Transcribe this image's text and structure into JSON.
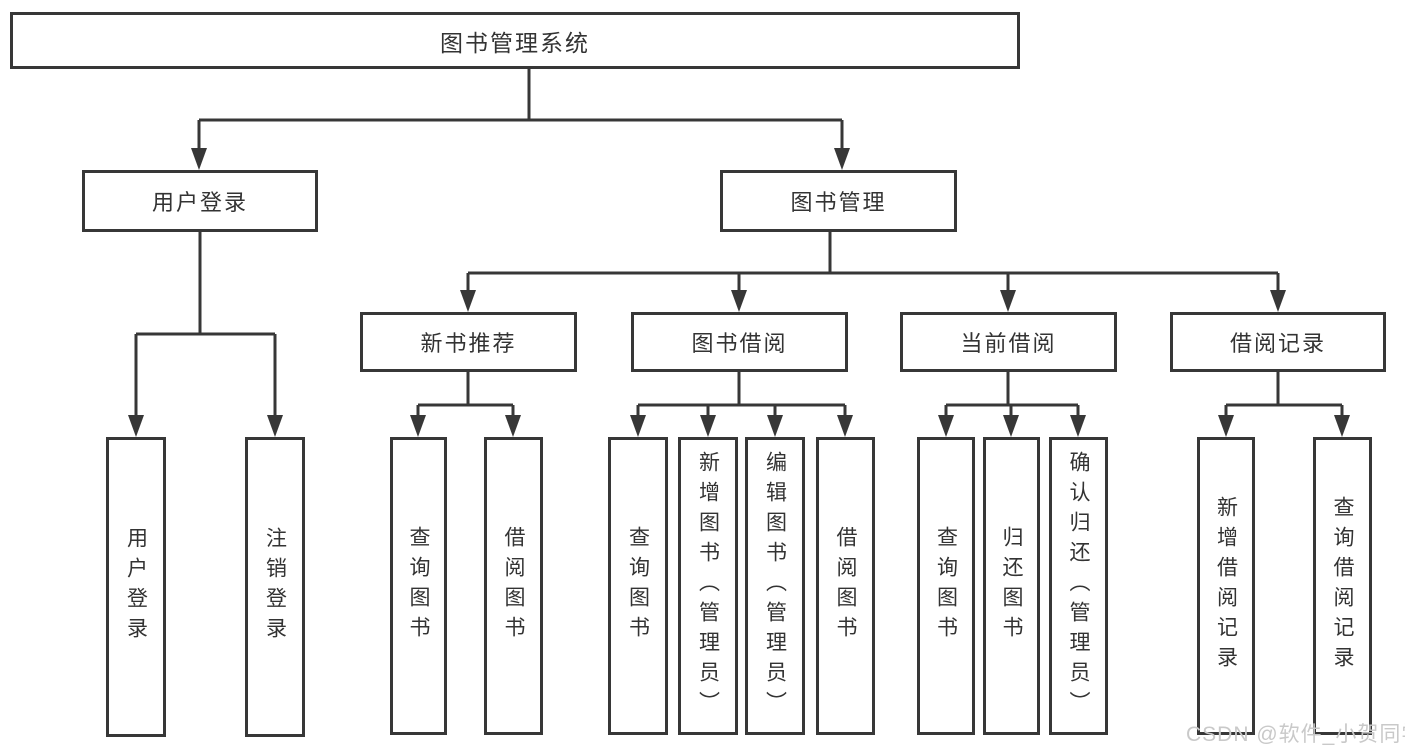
{
  "diagram": {
    "root": {
      "label": "图书管理系统"
    },
    "level2": {
      "user_login": {
        "label": "用户登录"
      },
      "book_management": {
        "label": "图书管理"
      }
    },
    "level3": {
      "new_book_recommend": {
        "label": "新书推荐"
      },
      "book_borrow": {
        "label": "图书借阅"
      },
      "current_borrow": {
        "label": "当前借阅"
      },
      "borrow_record": {
        "label": "借阅记录"
      }
    },
    "leaves": {
      "user_login": {
        "label": "用户登录"
      },
      "logout": {
        "label": "注销登录"
      },
      "query_book_recommend": {
        "label": "查询图书"
      },
      "borrow_book_recommend": {
        "label": "借阅图书"
      },
      "query_book_borrow": {
        "label": "查询图书"
      },
      "add_book_admin": {
        "label": "新增图书（管理员）"
      },
      "edit_book_admin": {
        "label": "编辑图书（管理员）"
      },
      "borrow_book": {
        "label": "借阅图书"
      },
      "query_book_current": {
        "label": "查询图书"
      },
      "return_book": {
        "label": "归还图书"
      },
      "confirm_return_admin": {
        "label": "确认归还（管理员）"
      },
      "add_borrow_record": {
        "label": "新增借阅记录"
      },
      "query_borrow_record": {
        "label": "查询借阅记录"
      }
    },
    "watermark": "CSDN @软件_小贺同学",
    "colors": {
      "line": "#373737",
      "text": "#333333",
      "watermark": "#c9c9c9",
      "background": "#ffffff"
    }
  }
}
